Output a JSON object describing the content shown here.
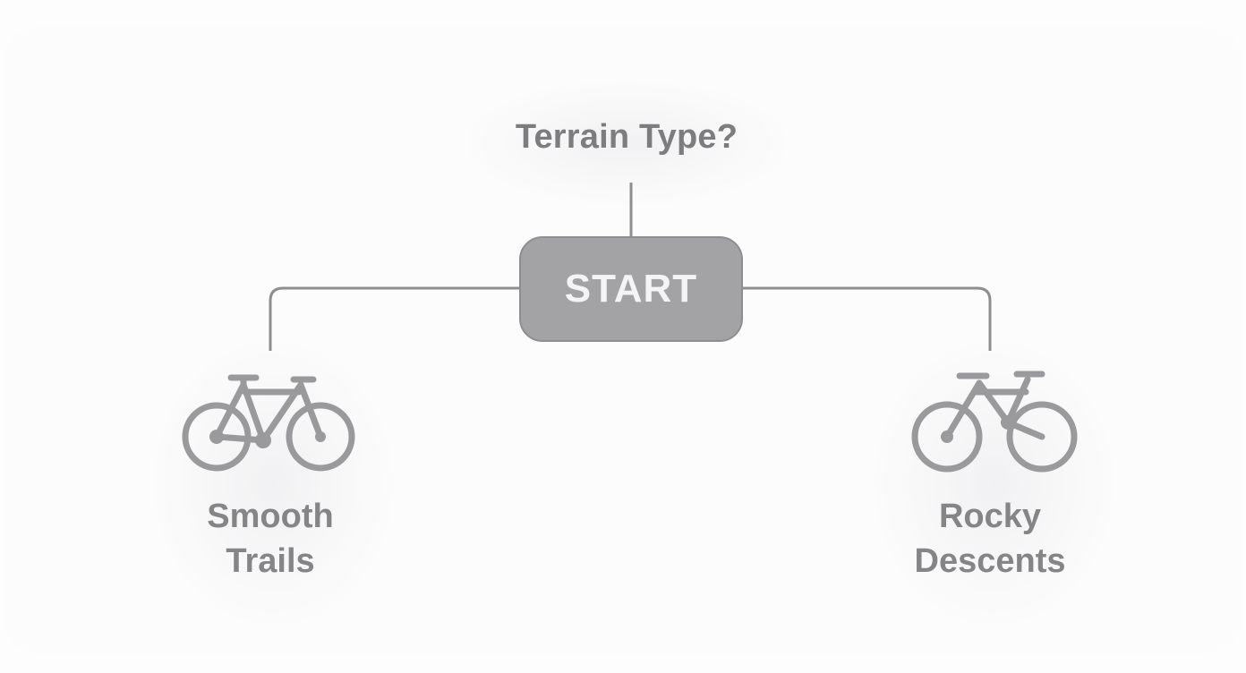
{
  "diagram": {
    "question": "Terrain Type?",
    "start_label": "START",
    "branches": [
      {
        "id": "left",
        "label_line1": "Smooth",
        "label_line2": "Trails",
        "icon": "bicycle-icon"
      },
      {
        "id": "right",
        "label_line1": "Rocky",
        "label_line2": "Descents",
        "icon": "bicycle-icon"
      }
    ]
  },
  "colors": {
    "node_fill": "#a3a3a6",
    "line": "#8e8e91",
    "text": "#7d7d80",
    "icon": "#9a9a9d"
  }
}
